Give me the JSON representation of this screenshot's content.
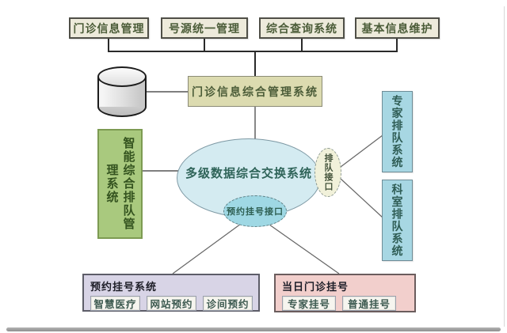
{
  "diagram": {
    "top_modules": [
      {
        "label": "门诊信息管理"
      },
      {
        "label": "号源统一管理"
      },
      {
        "label": "综合查询系统"
      },
      {
        "label": "基本信息维护"
      }
    ],
    "database_icon": "database-cylinder-icon",
    "management_system": {
      "label": "门诊信息综合管理系统"
    },
    "left_system": {
      "label": "智能综合排队管理系统"
    },
    "exchange_system": {
      "label": "多级数据综合交换系统"
    },
    "queue_interface": {
      "label": "排队接口"
    },
    "appointment_interface": {
      "label": "预约挂号接口"
    },
    "right_systems": [
      {
        "label": "专家排队系统"
      },
      {
        "label": "科室排队系统"
      }
    ],
    "appointment_system": {
      "title": "预约挂号系统",
      "items": [
        {
          "label": "智慧医疗"
        },
        {
          "label": "网站预约"
        },
        {
          "label": "诊间预约"
        }
      ]
    },
    "sameday_system": {
      "title": "当日门诊挂号",
      "items": [
        {
          "label": "专家挂号"
        },
        {
          "label": "普通挂号"
        }
      ]
    },
    "colors": {
      "module_fill": "#edeadb",
      "management_fill": "#dcdbb0",
      "green_fill": "#a9c97e",
      "exchange_ellipse_fill": "#d4ebf1",
      "queue_interface_fill": "#f1f1da",
      "appointment_interface_fill": "#9fd8e4",
      "cyan_fill": "#a7d7e3",
      "lavender_fill": "#d8d4e6",
      "pink_fill": "#f2cfcc"
    }
  }
}
